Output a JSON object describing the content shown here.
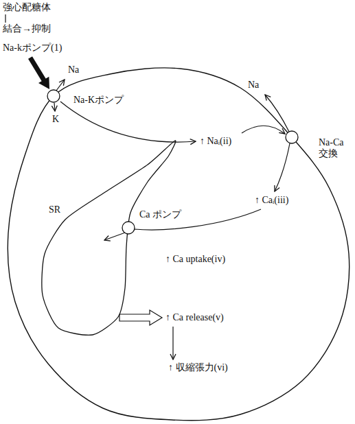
{
  "diagram": {
    "nodes": [
      {
        "text": [
          "Na-Kポンプ"
        ]
      },
      {
        "text": [
          "Na-Ca 交換"
        ]
      },
      {
        "text": [
          "SR"
        ]
      },
      {
        "text": [
          "Ca ポンプ"
        ]
      }
    ],
    "labels": [
      "強心配糖体",
      "結合→抑制",
      "Na-kポンプ(1)",
      "Na",
      "Na",
      "K",
      "↑ Naᵢ(ii)",
      "↑ Caᵢ(iii)",
      "↑ Ca uptake(iv)",
      "↑ Ca release(v)",
      "↑ 収縮張力(vi)"
    ]
  }
}
